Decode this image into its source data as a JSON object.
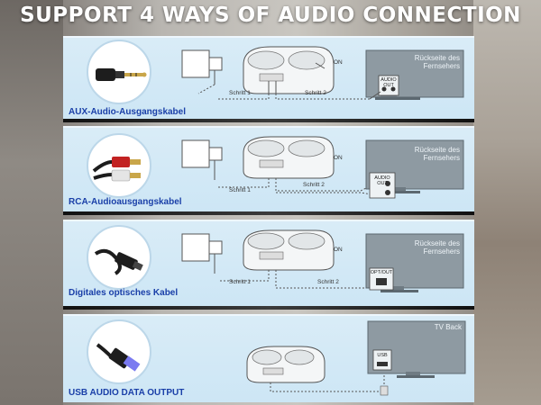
{
  "headline": "SUPPORT 4 WAYS OF AUDIO CONNECTION",
  "panels": [
    {
      "cable_label": "AUX-Audio-Ausgangskabel",
      "step1": "Schritt 1",
      "step2": "Schritt 2",
      "on": "ON",
      "tv_text": "Rückseite des Fernsehers",
      "port": "AUDIO OUT"
    },
    {
      "cable_label": "RCA-Audioausgangskabel",
      "step1": "Schritt 1",
      "step2": "Schritt 2",
      "on": "ON",
      "tv_text": "Rückseite des Fernsehers",
      "port": "AUDIO OUT"
    },
    {
      "cable_label": "Digitales optisches Kabel",
      "step1": "Schritt 1",
      "step2": "Schritt 2",
      "on": "ON",
      "tv_text": "Rückseite des Fernsehers",
      "port": "OPT/OUT"
    },
    {
      "cable_label": "USB AUDIO DATA OUTPUT",
      "tv_text": "TV Back",
      "port": "USB"
    }
  ],
  "colors": {
    "label_blue": "#1a3fa8",
    "panel_bg": "#d3e9f6",
    "tv_grey": "#8e9aa2"
  }
}
